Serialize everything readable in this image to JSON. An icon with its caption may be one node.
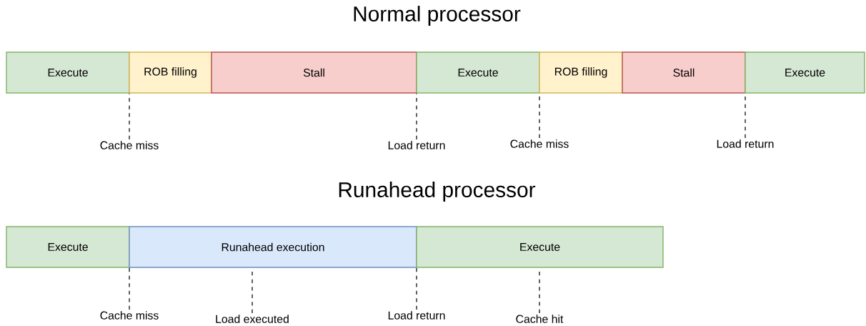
{
  "diagram": {
    "nodes": [
      {
        "text": [
          "Execute"
        ]
      },
      {
        "text": [
          "ROB filling"
        ]
      },
      {
        "text": [
          "Stall"
        ]
      },
      {
        "text": [
          "Execute"
        ]
      },
      {
        "text": [
          "ROB filling"
        ]
      },
      {
        "text": [
          "Stall"
        ]
      },
      {
        "text": [
          "Execute"
        ]
      },
      {
        "text": [
          "Execute"
        ]
      },
      {
        "text": [
          "Runahead execution"
        ]
      },
      {
        "text": [
          "Execute"
        ]
      },
      {
        "text": [
          "Cache miss"
        ]
      },
      {
        "text": [
          "Load return"
        ]
      },
      {
        "text": [
          "Cache miss"
        ]
      },
      {
        "text": [
          "Load return"
        ]
      },
      {
        "text": [
          "Cache miss"
        ]
      },
      {
        "text": [
          "Load executed"
        ]
      },
      {
        "text": [
          "Load return"
        ]
      },
      {
        "text": [
          "Cache hit"
        ]
      }
    ],
    "edges": [
      {
        "from": 10,
        "to": 1,
        "arrow": "none",
        "style": "dashed"
      },
      {
        "from": 11,
        "to": 3,
        "arrow": "none",
        "style": "dashed"
      },
      {
        "from": 12,
        "to": 4,
        "arrow": "none",
        "style": "dashed"
      },
      {
        "from": 13,
        "to": 6,
        "arrow": "none",
        "style": "dashed"
      },
      {
        "from": 14,
        "to": 7,
        "arrow": "none",
        "style": "dashed"
      },
      {
        "from": 15,
        "to": 8,
        "arrow": "none",
        "style": "dashed"
      },
      {
        "from": 16,
        "to": 9,
        "arrow": "none",
        "style": "dashed"
      },
      {
        "from": 17,
        "to": 9,
        "arrow": "none",
        "style": "dashed"
      }
    ],
    "labels": [
      "Normal processor",
      "Runahead processor"
    ]
  }
}
